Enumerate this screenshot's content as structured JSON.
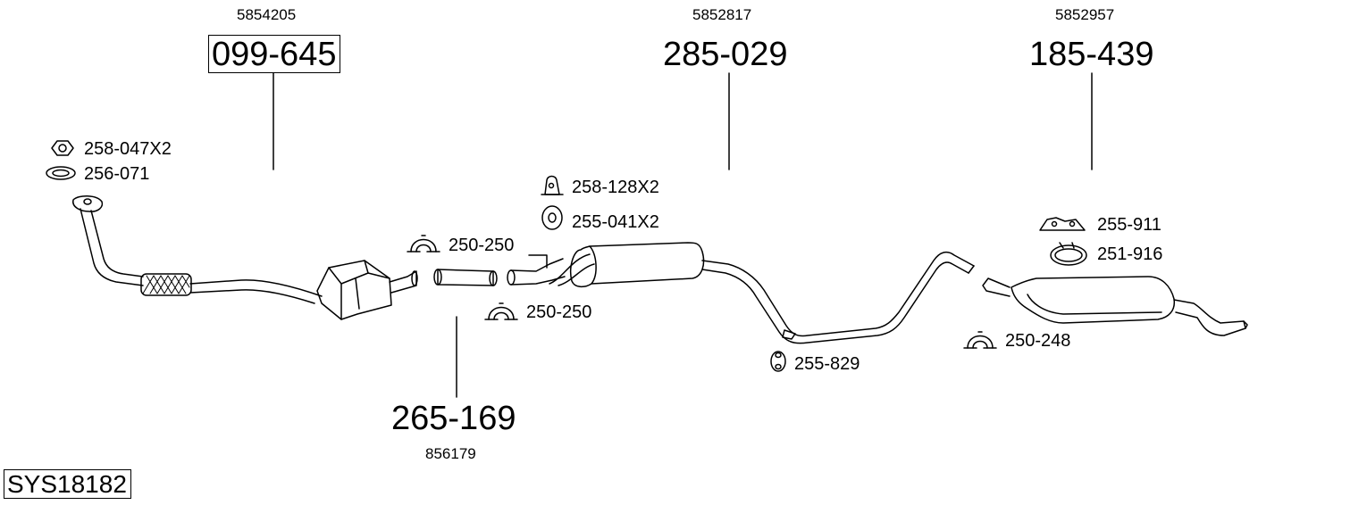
{
  "parts": {
    "cat": {
      "number": "099-645",
      "oe": "5854205"
    },
    "pipe": {
      "number": "265-169",
      "oe": "856179"
    },
    "mid": {
      "number": "285-029",
      "oe": "5852817"
    },
    "rear": {
      "number": "185-439",
      "oe": "5852957"
    }
  },
  "accessories": {
    "nut": "258-047X2",
    "gasket": "256-071",
    "rubber_top": "258-128X2",
    "ring_mount": "255-041X2",
    "clamp_a": "250-250",
    "clamp_b": "250-250",
    "hanger_mid": "255-829",
    "bracket_rear": "255-911",
    "band_clamp": "251-916",
    "clamp_rear": "250-248"
  },
  "system": {
    "code": "SYS18182"
  }
}
